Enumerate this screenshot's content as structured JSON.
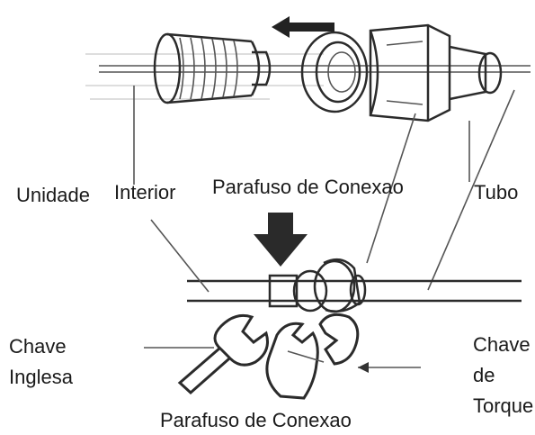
{
  "labels": {
    "unidade": "Unidade",
    "interior": "Interior",
    "parafuso_top": "Parafuso de Conexao",
    "tubo": "Tubo",
    "chave_inglesa": [
      "Chave",
      "Inglesa"
    ],
    "chave_torque": [
      "Chave",
      "de",
      "Torque"
    ],
    "parafuso_bottom": "Parafuso de Conexao"
  }
}
